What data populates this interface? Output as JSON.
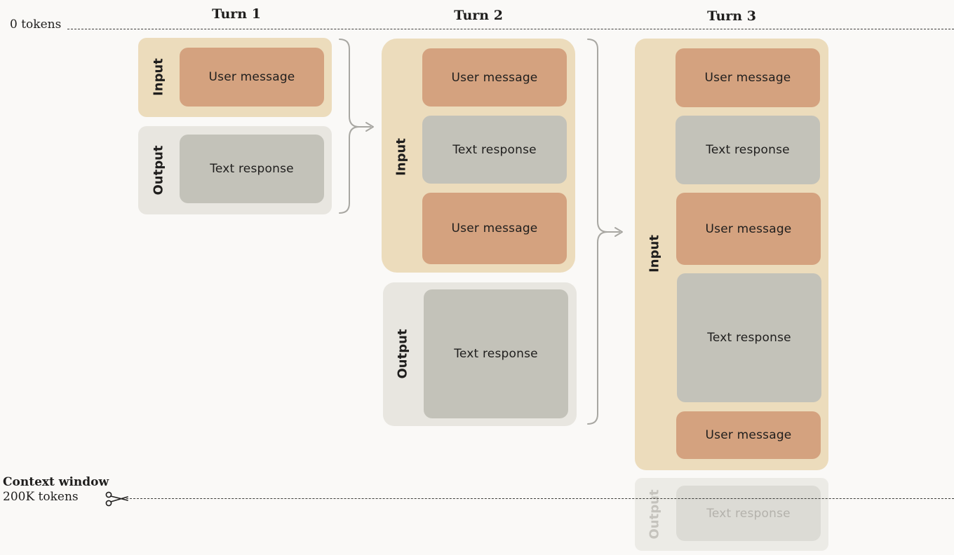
{
  "markers": {
    "start": "0 tokens",
    "limit_title": "Context window",
    "limit_value": "200K tokens"
  },
  "turns": [
    {
      "title": "Turn 1",
      "input_label": "Input",
      "output_label": "Output",
      "input_blocks": [
        "User message"
      ],
      "output_blocks": [
        "Text response"
      ]
    },
    {
      "title": "Turn 2",
      "input_label": "Input",
      "output_label": "Output",
      "input_blocks": [
        "User message",
        "Text response",
        "User message"
      ],
      "output_blocks": [
        "Text response"
      ]
    },
    {
      "title": "Turn 3",
      "input_label": "Input",
      "output_label": "Output",
      "input_blocks": [
        "User message",
        "Text response",
        "User message",
        "Text response",
        "User message"
      ],
      "output_blocks": [
        "Text response"
      ]
    }
  ],
  "colors": {
    "background": "#faf9f7",
    "input_group": "#ecdcbc",
    "output_group": "#e8e6e0",
    "user_message": "#d4a27f",
    "text_response": "#c3c2b9",
    "connector": "#a8a7a2"
  },
  "icons": {
    "cut": "scissors-icon"
  }
}
